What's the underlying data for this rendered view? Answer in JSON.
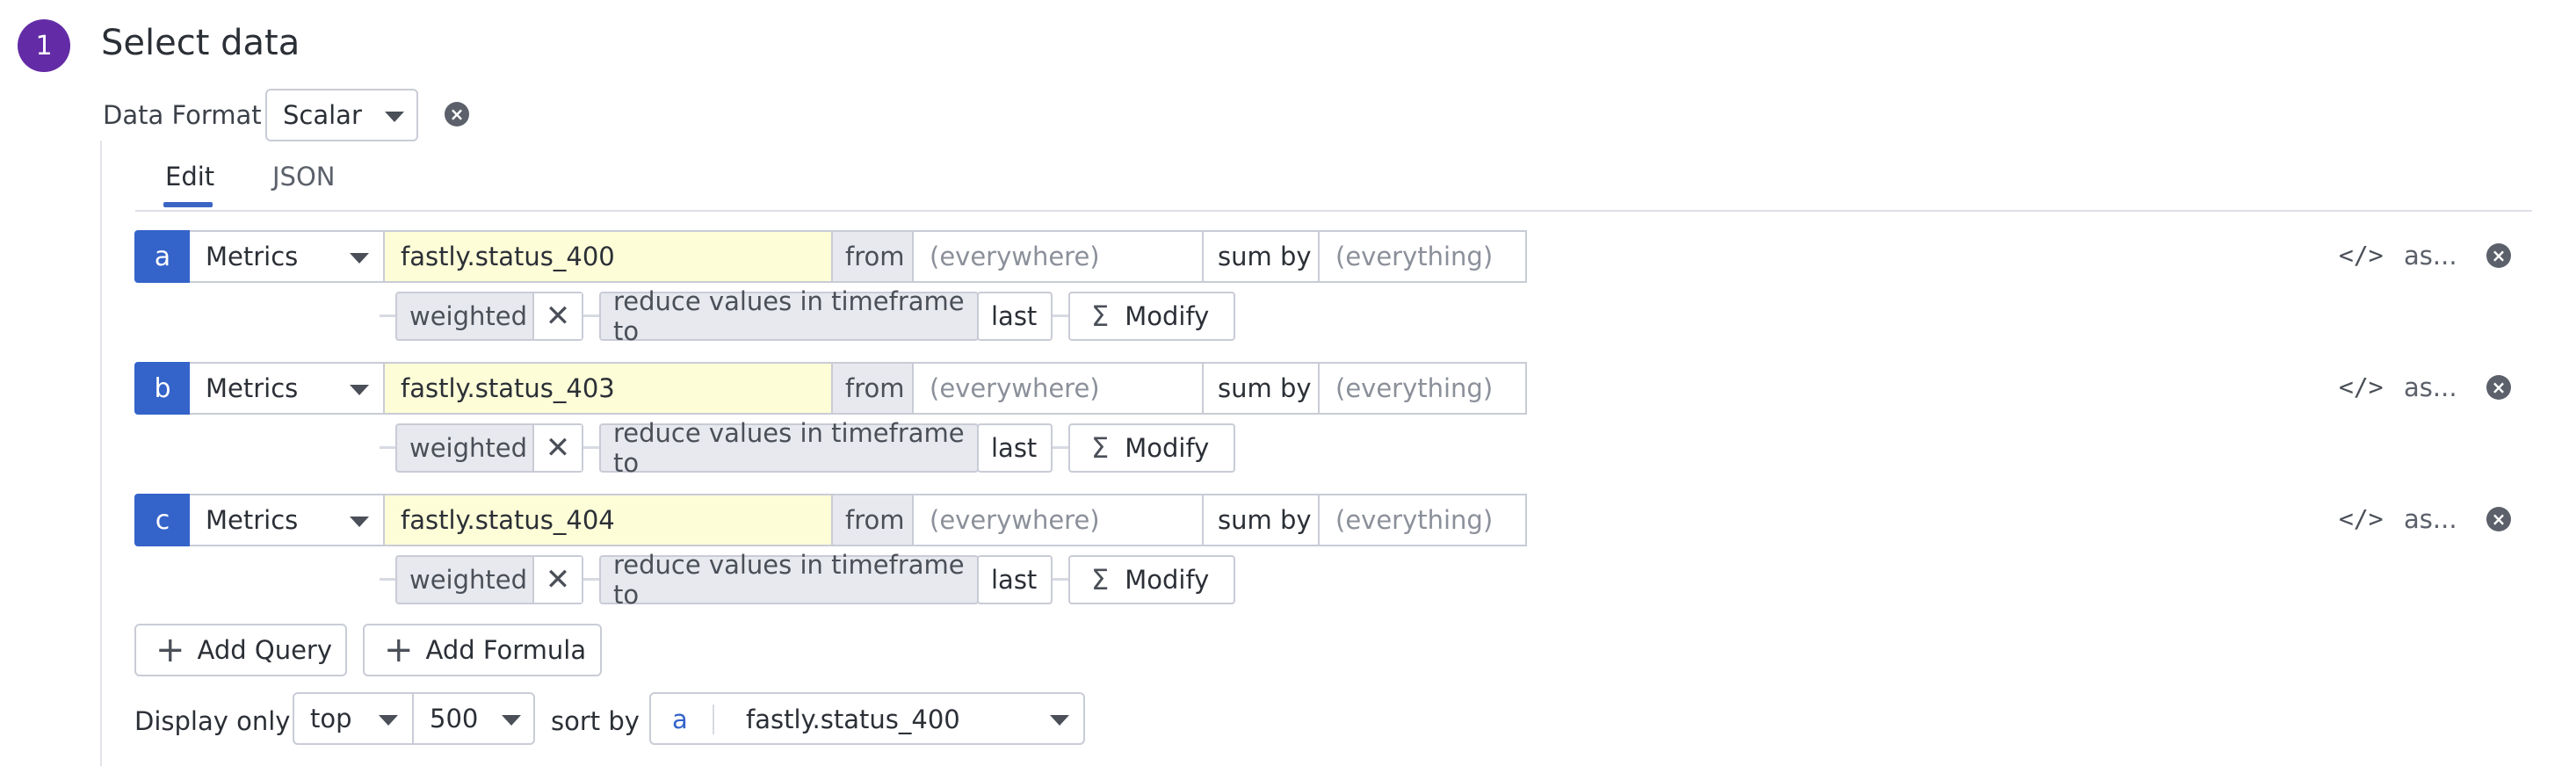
{
  "step": {
    "number": "1",
    "title": "Select data"
  },
  "data_format": {
    "label": "Data Format",
    "value": "Scalar"
  },
  "tabs": [
    {
      "label": "Edit",
      "active": true
    },
    {
      "label": "JSON",
      "active": false
    }
  ],
  "queries": [
    {
      "letter": "a",
      "source": "Metrics",
      "metric": "fastly.status_400",
      "from_label": "from",
      "from_placeholder": "(everywhere)",
      "sumby_label": "sum by",
      "sumby_placeholder": "(everything)",
      "weighted": "weighted",
      "reduce_label": "reduce values in timeframe to",
      "reduce_value": "last",
      "modify": "Modify",
      "alias": "as..."
    },
    {
      "letter": "b",
      "source": "Metrics",
      "metric": "fastly.status_403",
      "from_label": "from",
      "from_placeholder": "(everywhere)",
      "sumby_label": "sum by",
      "sumby_placeholder": "(everything)",
      "weighted": "weighted",
      "reduce_label": "reduce values in timeframe to",
      "reduce_value": "last",
      "modify": "Modify",
      "alias": "as..."
    },
    {
      "letter": "c",
      "source": "Metrics",
      "metric": "fastly.status_404",
      "from_label": "from",
      "from_placeholder": "(everywhere)",
      "sumby_label": "sum by",
      "sumby_placeholder": "(everything)",
      "weighted": "weighted",
      "reduce_label": "reduce values in timeframe to",
      "reduce_value": "last",
      "modify": "Modify",
      "alias": "as..."
    }
  ],
  "actions": {
    "add_query": "Add Query",
    "add_formula": "Add Formula"
  },
  "display": {
    "label": "Display only",
    "order": "top",
    "limit": "500",
    "sort_label": "sort by",
    "sort_letter": "a",
    "sort_metric": "fastly.status_400"
  },
  "colors": {
    "accent": "#3463c9",
    "step": "#632ca6",
    "metric_bg": "#fdfdd7"
  }
}
